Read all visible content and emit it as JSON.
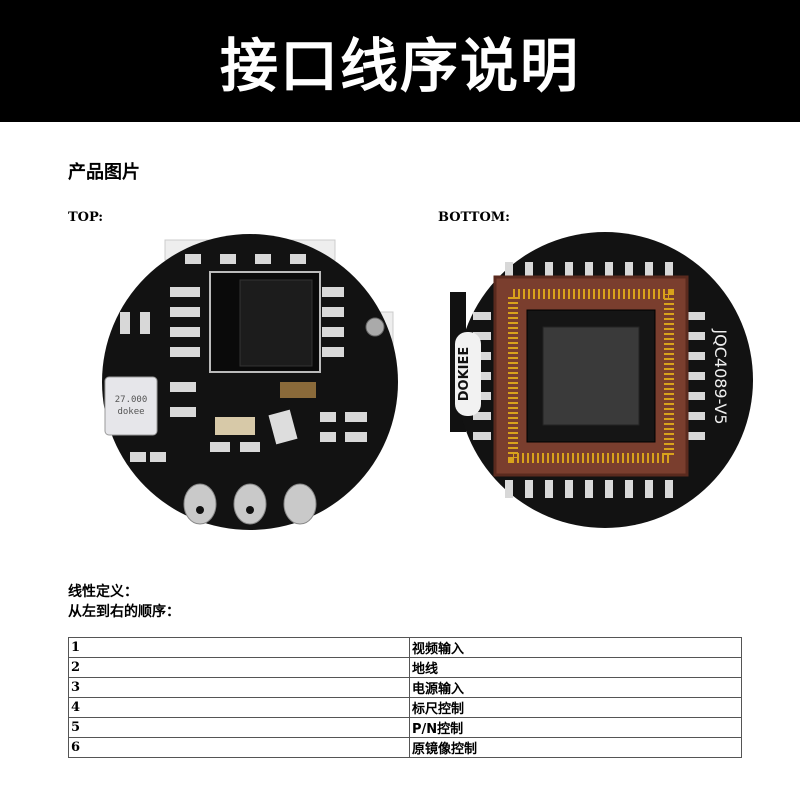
{
  "header": {
    "title": "接口线序说明"
  },
  "section": {
    "product_images": "产品图片"
  },
  "views": {
    "top_label": "TOP:",
    "bottom_label": "BOTTOM:"
  },
  "top_board": {
    "crystal_line1": "27.000",
    "crystal_line2": "dokee"
  },
  "bottom_board": {
    "brand": "DOKIEE",
    "model": "JQC4089-V5"
  },
  "definition": {
    "line1": "线性定义：",
    "line2": "从左到右的顺序："
  },
  "pins": [
    {
      "num": "1",
      "function": "视频输入"
    },
    {
      "num": "2",
      "function": "地线"
    },
    {
      "num": "3",
      "function": "电源输入"
    },
    {
      "num": "4",
      "function": "标尺控制"
    },
    {
      "num": "5",
      "function": "P/N控制"
    },
    {
      "num": "6",
      "function": "原镜像控制"
    }
  ],
  "colors": {
    "banner_bg": "#000000",
    "banner_text": "#ffffff",
    "pcb": "#111111",
    "ceramic": "#7a3e2e",
    "gold": "#d9a21b"
  }
}
